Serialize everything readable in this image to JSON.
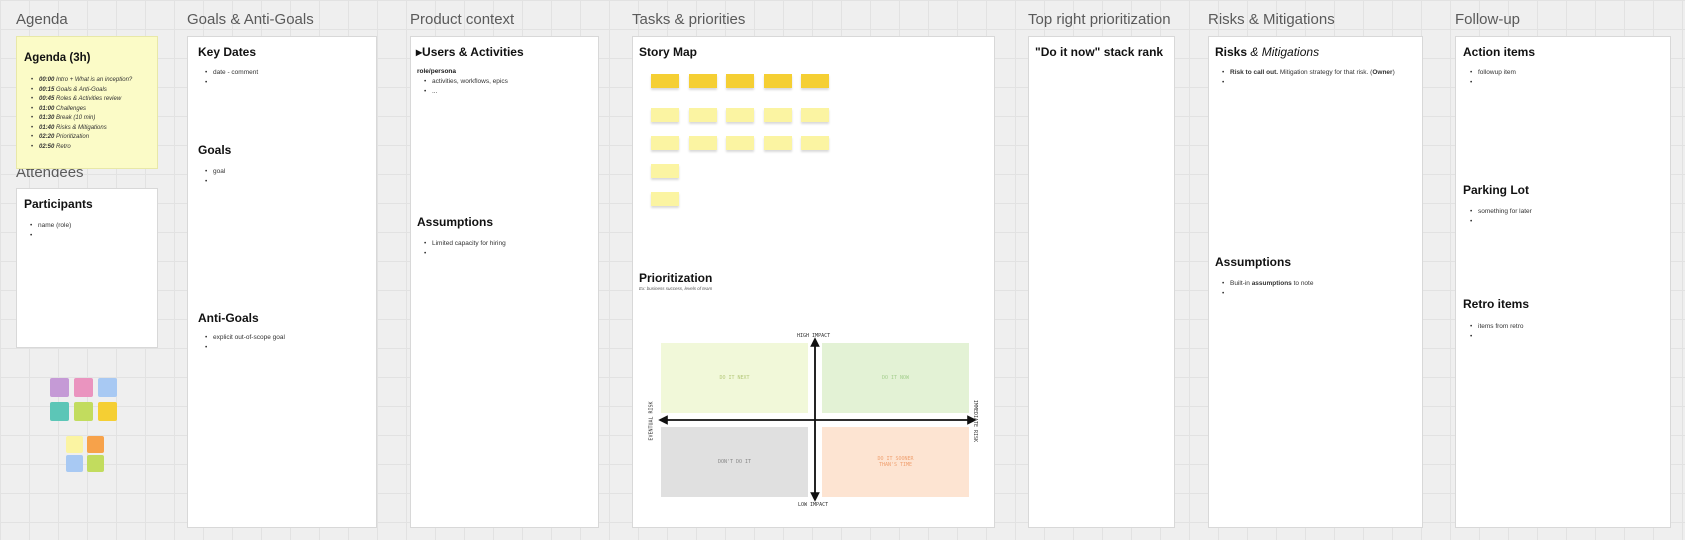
{
  "frames": {
    "agenda": "Agenda",
    "goals": "Goals & Anti-Goals",
    "product": "Product context",
    "tasks": "Tasks & priorities",
    "topright": "Top right prioritization",
    "risks": "Risks & Mitigations",
    "followup": "Follow-up",
    "attendees": "Attendees"
  },
  "agenda": {
    "title": "Agenda (3h)",
    "items": [
      {
        "time": "00:00",
        "text": "Intro + What is an inception?"
      },
      {
        "time": "00:15",
        "text": "Goals & Anti-Goals"
      },
      {
        "time": "00:45",
        "text": "Roles & Activities review"
      },
      {
        "time": "01:00",
        "text": "Challenges"
      },
      {
        "time": "01:30",
        "text": "Break (10 min)"
      },
      {
        "time": "01:40",
        "text": "Risks & Mitigations"
      },
      {
        "time": "02:20",
        "text": "Prioritization"
      },
      {
        "time": "02:50",
        "text": "Retro"
      }
    ]
  },
  "participants": {
    "title": "Participants",
    "items": [
      "name (role)",
      ""
    ]
  },
  "goals_doc": {
    "key_dates_title": "Key Dates",
    "key_dates_items": [
      "date - comment",
      ""
    ],
    "goals_title": "Goals",
    "goals_items": [
      "goal",
      ""
    ],
    "anti_goals_title": "Anti-Goals",
    "anti_goals_items": [
      "explicit out-of-scope goal",
      ""
    ]
  },
  "product_doc": {
    "users_title": "Users & Activities",
    "role_label": "role/persona",
    "role_items": [
      "activities, workflows, epics",
      "..."
    ],
    "assumptions_title": "Assumptions",
    "assumptions_items": [
      "Limited capacity for hiring",
      ""
    ]
  },
  "tasks_doc": {
    "story_map_title": "Story Map",
    "prioritization_title": "Prioritization",
    "prioritization_subtitle": "Ex: business success, levels of team",
    "high_impact": "HIGH IMPACT",
    "low_impact": "LOW IMPACT",
    "eventual_risk": "EVENTUAL RISK",
    "immediate_risk": "IMMEDIATE RISK",
    "q_do_next": "DO IT NEXT",
    "q_do_now": "DO IT NOW",
    "q_dont": "DON'T DO IT",
    "q_sooner": "DO IT SOONER THAN'S TIME",
    "colors": {
      "do_next": "#f1f8d9",
      "do_now": "#e3f2d5",
      "dont": "#e0e0e0",
      "sooner": "#fde4d2"
    }
  },
  "topright_doc": {
    "title": "\"Do it now\" stack rank"
  },
  "risks_doc": {
    "title_bold": "Risks",
    "title_italic": "& Mitigations",
    "risk_bold": "Risk to call out.",
    "risk_text": " Mitigation strategy for that risk. (",
    "risk_owner": "Owner",
    "risk_close": ")",
    "risk_empty": "",
    "assumptions_title": "Assumptions",
    "assumption_prefix": "Built-in ",
    "assumption_bold": "assumptions",
    "assumption_suffix": " to note",
    "assumption_empty": ""
  },
  "followup_doc": {
    "action_title": "Action items",
    "action_items": [
      "followup item",
      ""
    ],
    "parking_title": "Parking Lot",
    "parking_items": [
      "something for later",
      ""
    ],
    "retro_title": "Retro items",
    "retro_items": [
      "items from retro",
      ""
    ]
  },
  "palette": {
    "sticky_dark": "#f5cf33",
    "sticky_light": "#fbf4a2",
    "agenda_bg": "#fbfbc7",
    "chips": [
      "#c59ad6",
      "#ea94bf",
      "#a8c9f3",
      "#5cc6b7",
      "#c2dc5e",
      "#f5cf33",
      "#fbf4a2",
      "#f7a24a",
      "#a8c9f3",
      "#c2dc5e"
    ]
  }
}
